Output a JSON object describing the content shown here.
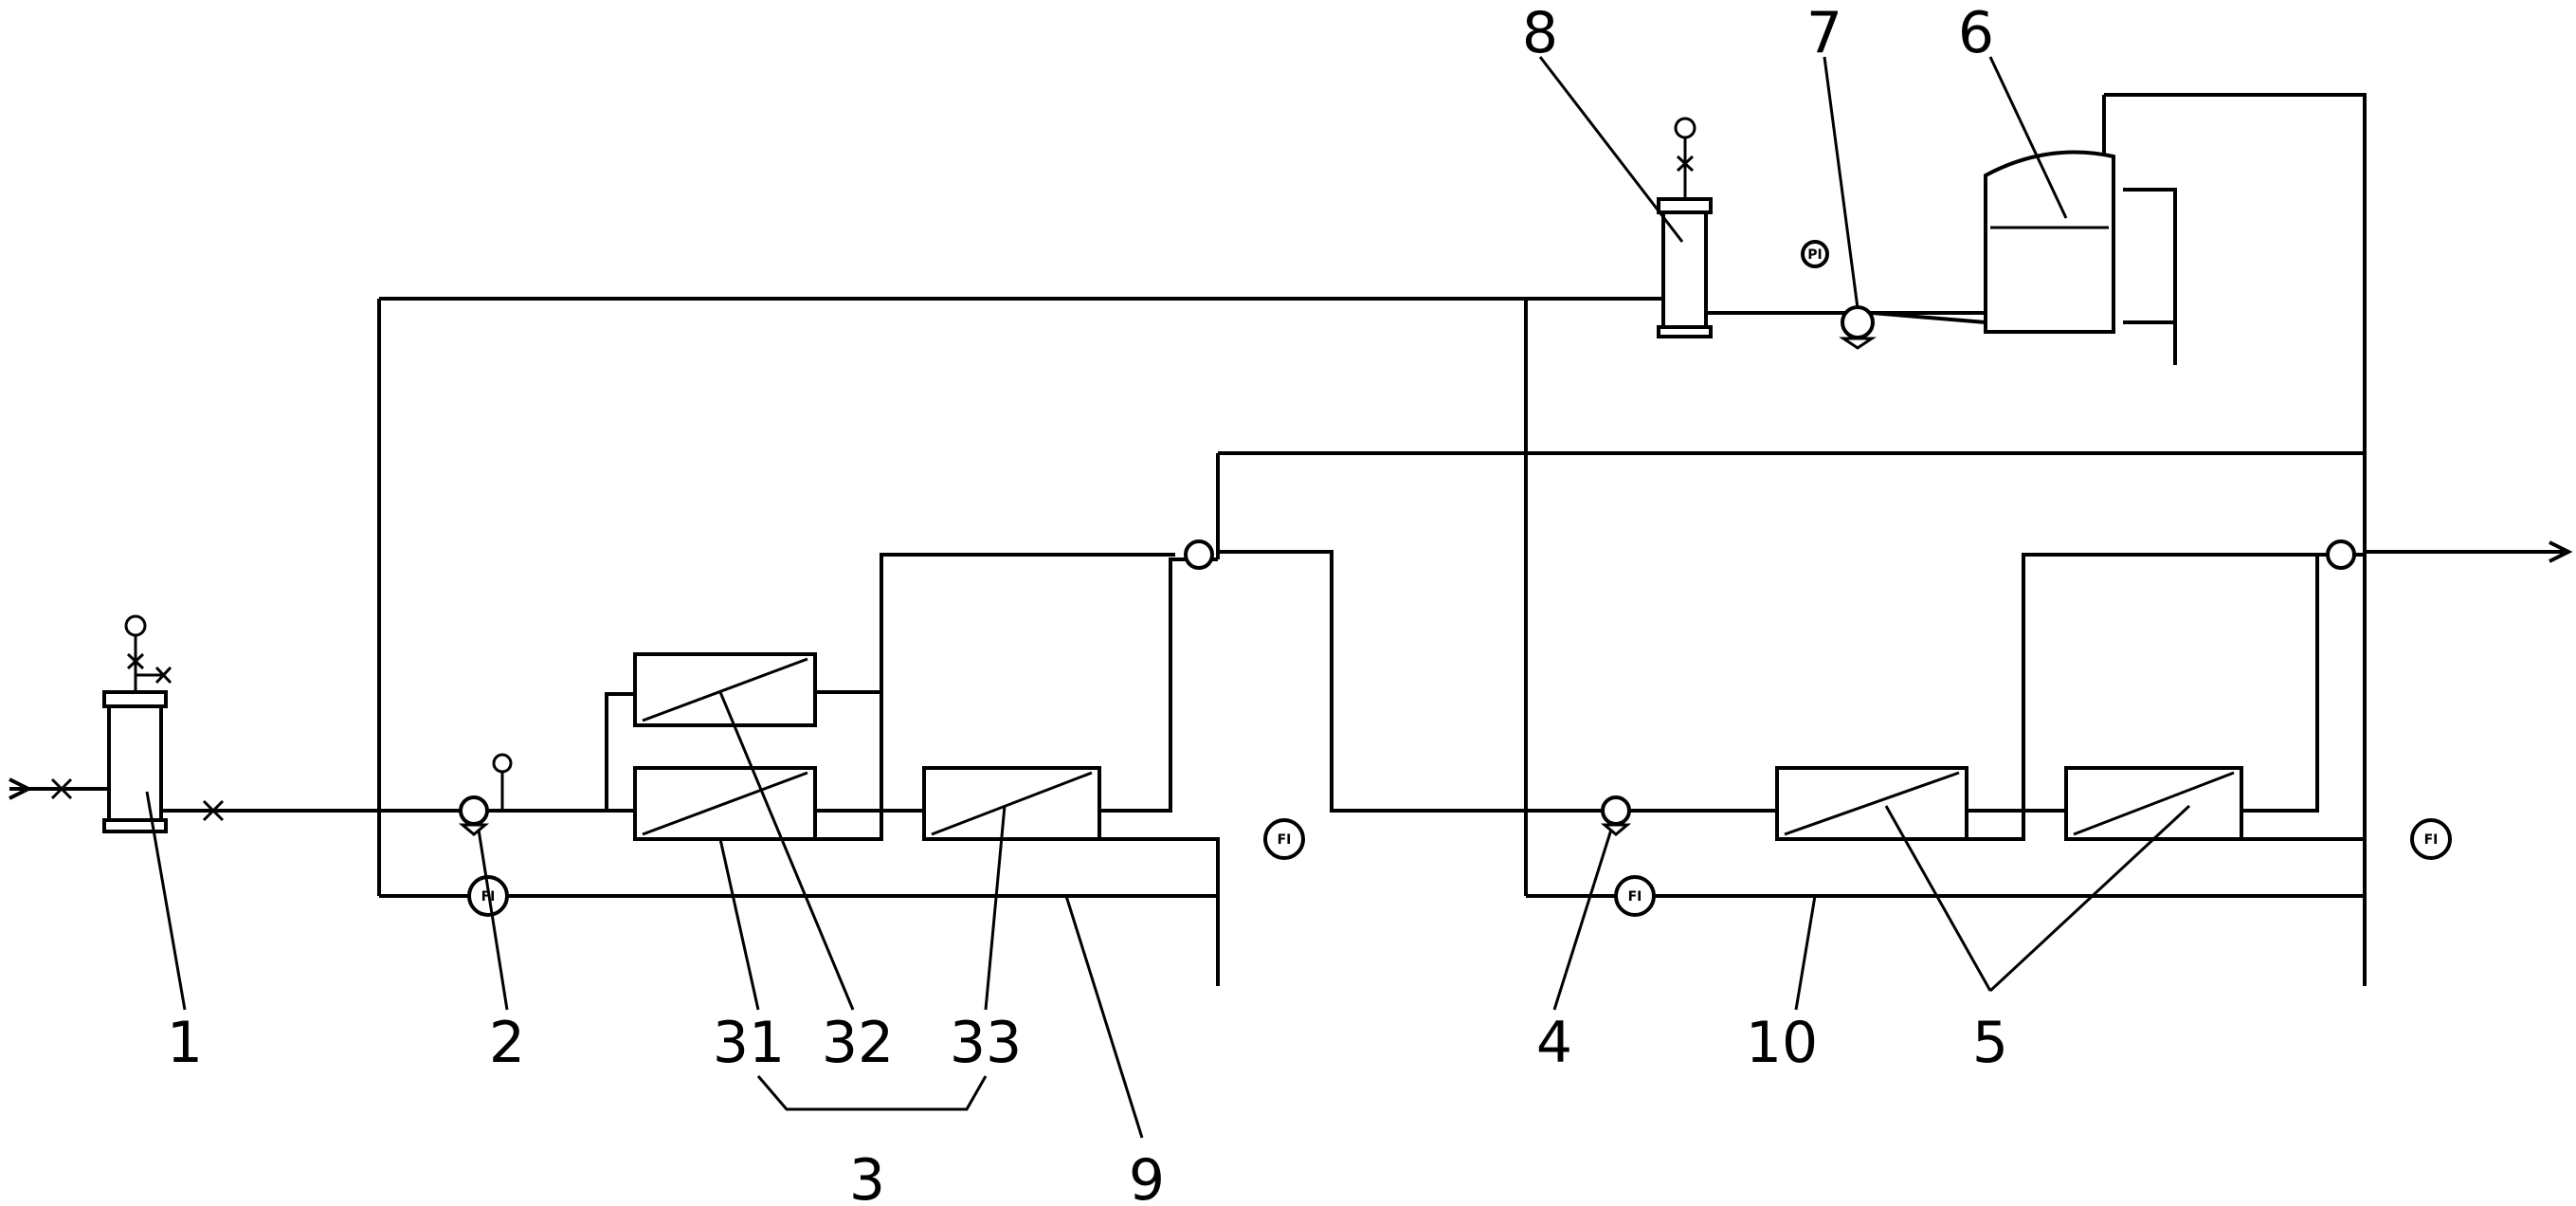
{
  "reference_numerals": {
    "n1": "1",
    "n2": "2",
    "n3": "3",
    "n31": "31",
    "n32": "32",
    "n33": "33",
    "n4": "4",
    "n5": "5",
    "n6": "6",
    "n7": "7",
    "n8": "8",
    "n9": "9",
    "n10": "10"
  },
  "instrument_tags": {
    "pressure_indicator": "PI",
    "flow_indicator": "FI"
  }
}
